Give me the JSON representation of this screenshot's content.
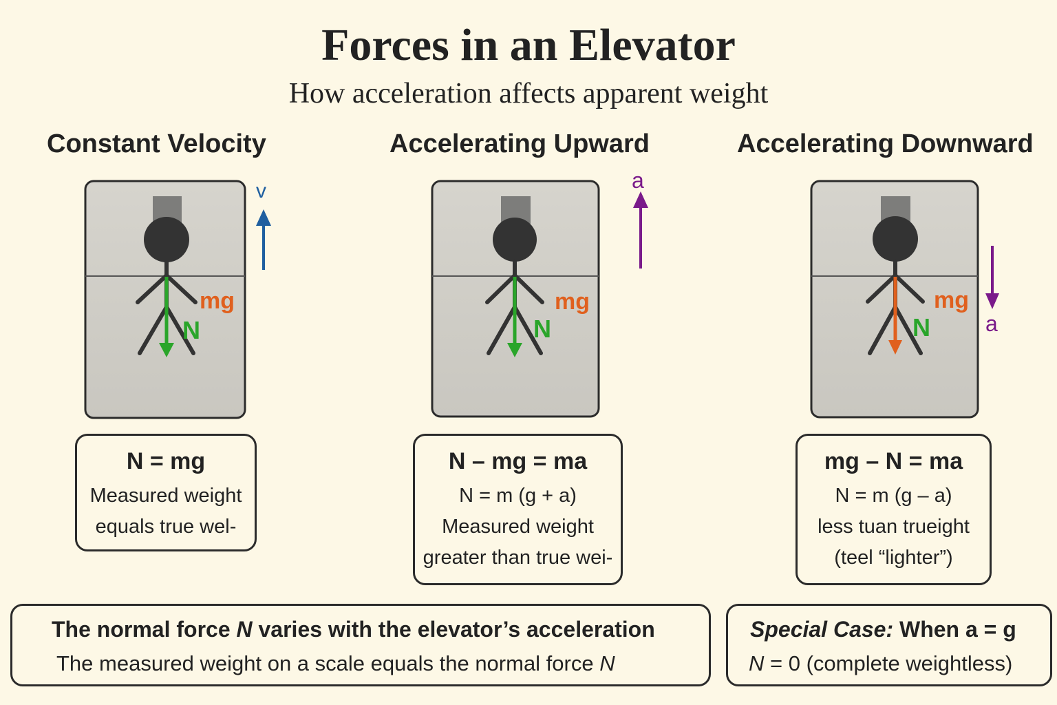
{
  "header": {
    "title": "Forces in an Elevator",
    "subtitle": "How acceleration affects apparent weight"
  },
  "colors": {
    "background": "#fdf8e6",
    "elevator_fill": "#d1cfc8",
    "normal_force": "#2aa52a",
    "weight_force": "#e0601e",
    "velocity": "#1f5fa0",
    "acceleration": "#7a1a8a",
    "figure": "#333333"
  },
  "scenarios": [
    {
      "heading": "Constant Velocity",
      "motion_label": "v",
      "motion_direction": "up",
      "weight_label": "mg",
      "normal_label": "N",
      "equation": "N = mg",
      "lines": [
        "Measured weight",
        "equals true wel-"
      ]
    },
    {
      "heading": "Accelerating Upward",
      "motion_label": "a",
      "motion_direction": "up",
      "weight_label": "mg",
      "normal_label": "N",
      "equation": "N – mg =  ma",
      "lines": [
        "N = m (g + a)",
        "Measured weight",
        "greater than true wei-"
      ]
    },
    {
      "heading": "Accelerating Downward",
      "motion_label": "a",
      "motion_direction": "down",
      "weight_label": "mg",
      "normal_label": "N",
      "equation": "mg – N = ma",
      "lines": [
        "N = m (g – a)",
        "less tuan trueight",
        "(teel “lighter”)"
      ]
    }
  ],
  "summary": {
    "line1_pre": "The normal force ",
    "line1_var": "N",
    "line1_post": " varies with the elevator’s acceleration",
    "line2_pre": "The measured weight on a scale equals the normal force ",
    "line2_var": "N"
  },
  "special_case": {
    "label": "Special Case:",
    "condition": " When a = g",
    "result_var": "N",
    "result_text": " = 0 (complete weightless)"
  }
}
